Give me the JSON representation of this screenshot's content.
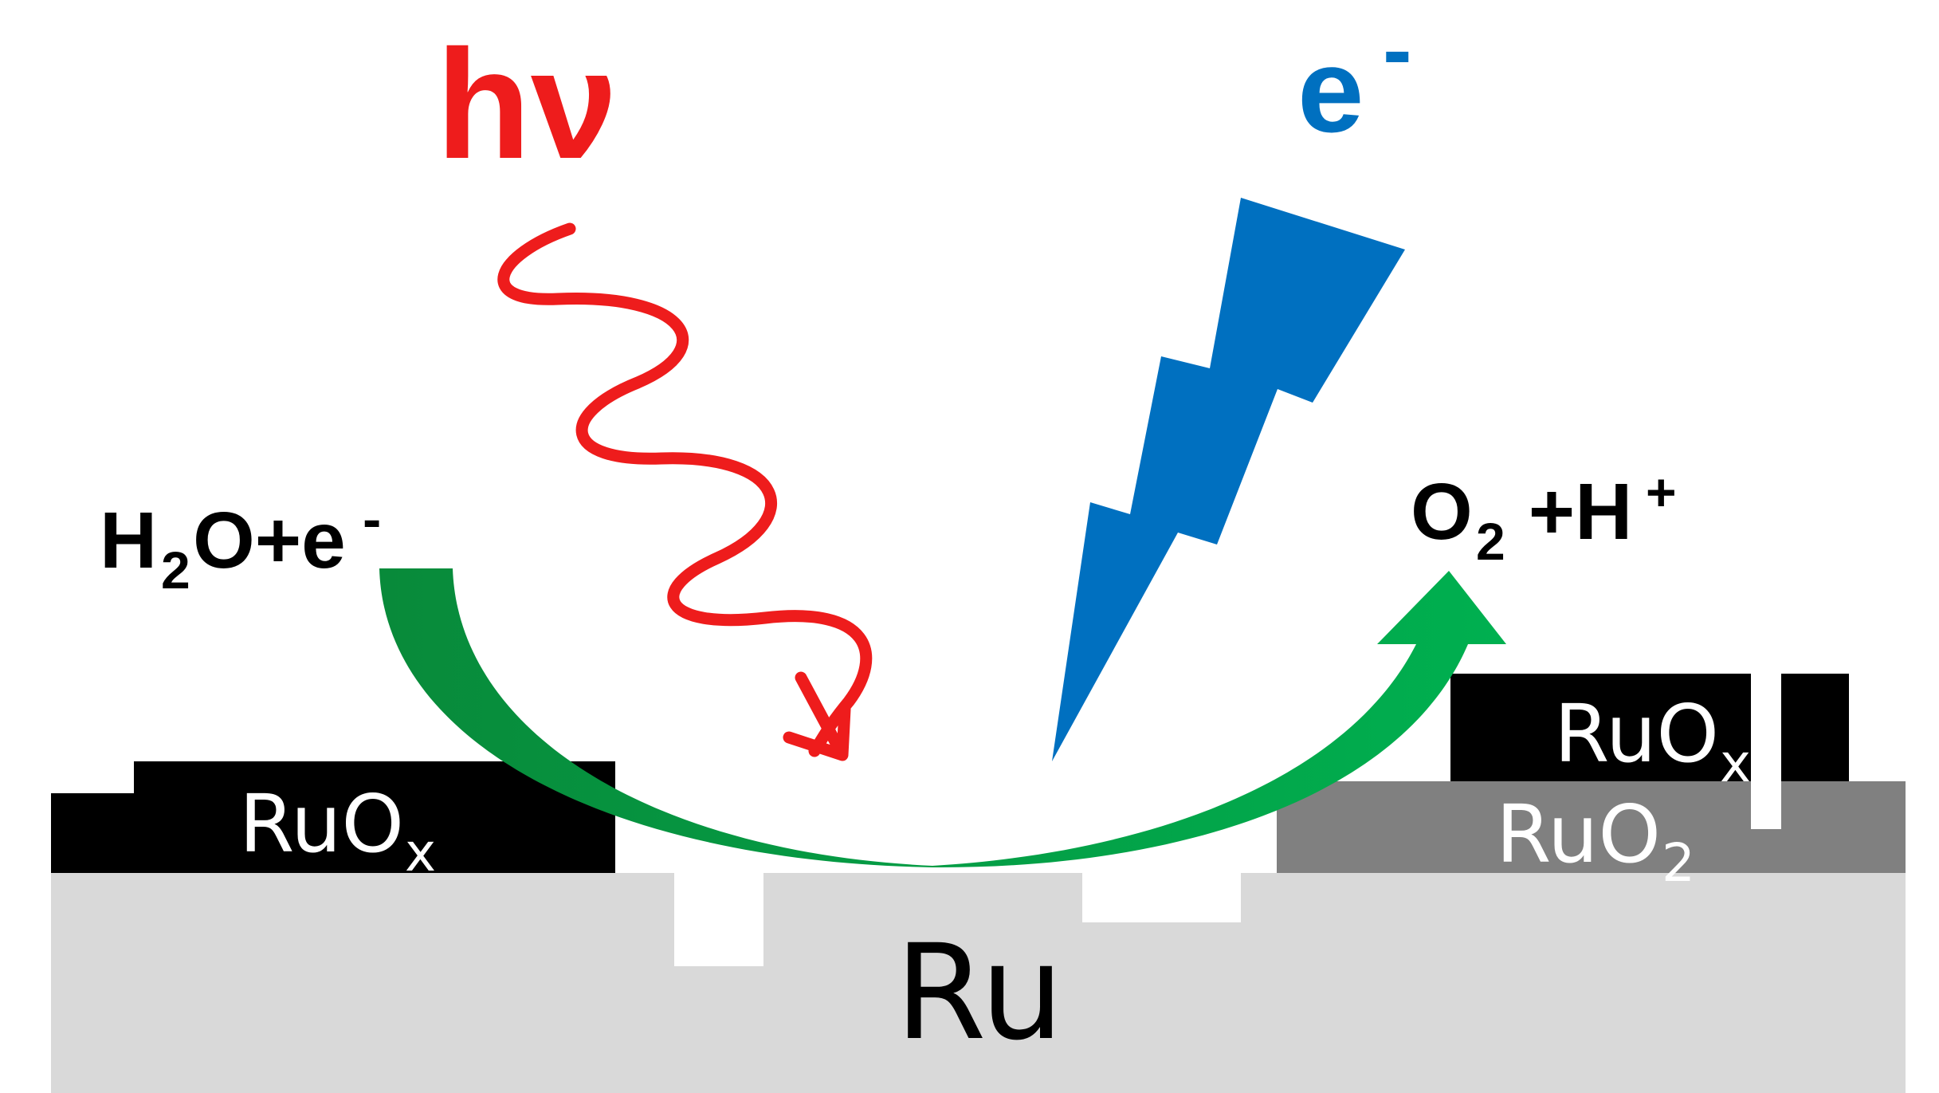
{
  "labels": {
    "light_symbol": "hν",
    "electron_symbol": "e",
    "electron_charge": "-",
    "reactant_main": "H",
    "reactant_sub": "2",
    "reactant_rest": "O+e",
    "reactant_charge": "-",
    "product_main": "O",
    "product_sub": "2",
    "product_rest": " +H",
    "product_charge": "+",
    "left_layer_main": "RuO",
    "left_layer_sub": "x",
    "right_top_layer_main": "RuO",
    "right_top_layer_sub": "x",
    "right_bottom_layer_main": "RuO",
    "right_bottom_layer_sub": "2",
    "substrate": "Ru"
  },
  "colors": {
    "light": "#ee1c1c",
    "electron": "#0070c0",
    "arrow_left": "#088a3a",
    "arrow_right": "#00b050",
    "substrate": "#d9d9d9",
    "ruox_layer": "#000000",
    "ruo2_layer": "#808080",
    "text_dark": "#000000",
    "text_light": "#ffffff"
  },
  "icons": {
    "photon": "wavy-red-arrow",
    "electron": "lightning-bolt",
    "reaction": "curved-green-arrow"
  }
}
